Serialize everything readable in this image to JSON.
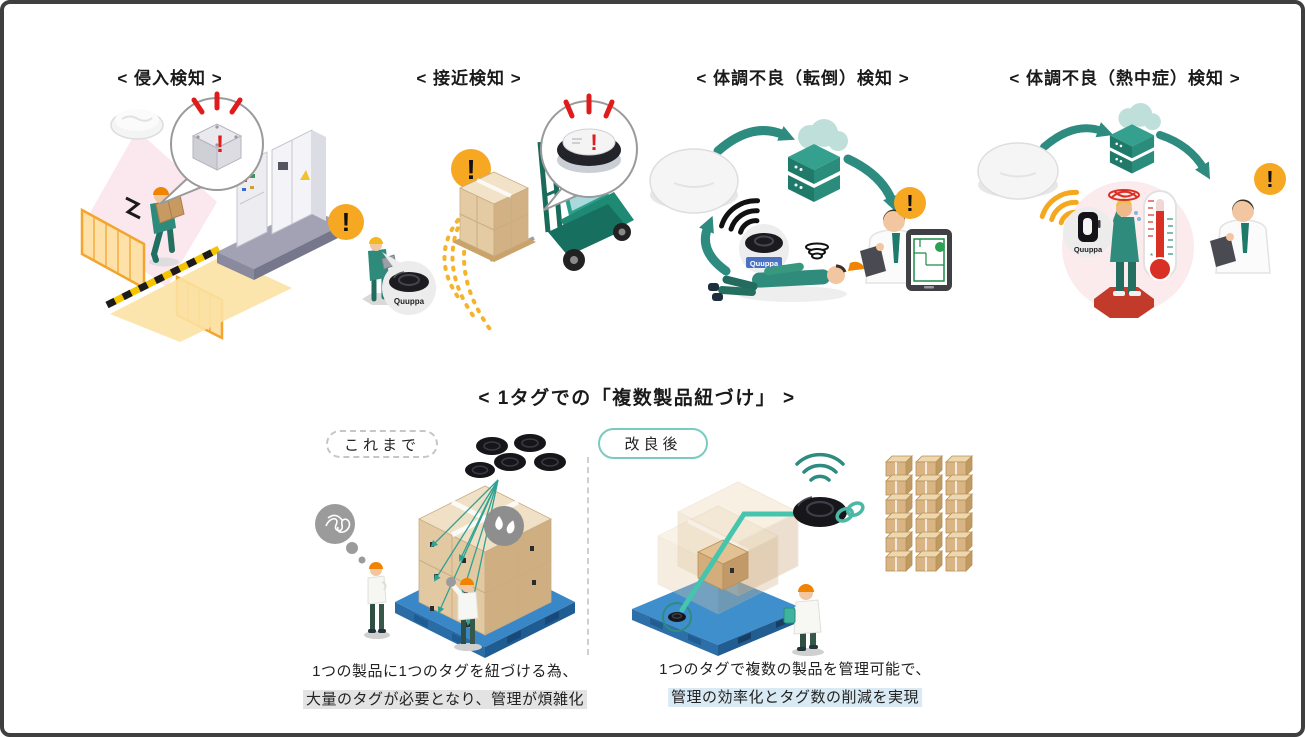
{
  "window": {
    "background": "#ffffff",
    "border_color": "#3f3f3f"
  },
  "top_panels": [
    {
      "id": "intrusion",
      "title": "< 侵入検知 >"
    },
    {
      "id": "approach",
      "title": "< 接近検知 >"
    },
    {
      "id": "fall",
      "title": "< 体調不良（転倒）検知 >"
    },
    {
      "id": "heatstroke",
      "title": "< 体調不良（熱中症）検知 >"
    }
  ],
  "bottom_section": {
    "title": "< 1タグでの「複数製品紐づけ」 >",
    "before": {
      "pill_label": "これまで",
      "caption_lines": [
        "1つの製品に1つのタグを紐づける為、",
        "大量のタグが必要となり、管理が煩雑化"
      ]
    },
    "after": {
      "pill_label": "改良後",
      "caption_lines": [
        "1つのタグで複数の製品を管理可能で、",
        "管理の効率化とタグ数の削減を実現"
      ]
    }
  },
  "labels": {
    "tag_brand": "Quuppa",
    "exclamation": "!"
  },
  "icons": {
    "cloud_locator": "quuppa-ceiling-locator",
    "dome_locator": "quuppa-dome-locator",
    "disc_tag": "quuppa-disc-tag",
    "badge_tag": "quuppa-badge-tag",
    "warning_badge": "orange-exclamation-badge",
    "alert_device": "alarm-device-with-red-exclamation"
  },
  "colors": {
    "teal": "#2e8b80",
    "teal_light": "#45c4ae",
    "orange_badge": "#f7a823",
    "alert_red": "#e01b1b",
    "helmet_orange": "#f08300",
    "pallet_blue": "#3a87c8",
    "cardboard": "#e3c9a2",
    "pink_room": "#fbe7ee",
    "highlight_gray": "#e3e3e3",
    "highlight_blue": "#d9eaf4",
    "pill_teal_border": "#79cbc0",
    "dashed_yellow": "#f4b32c"
  }
}
